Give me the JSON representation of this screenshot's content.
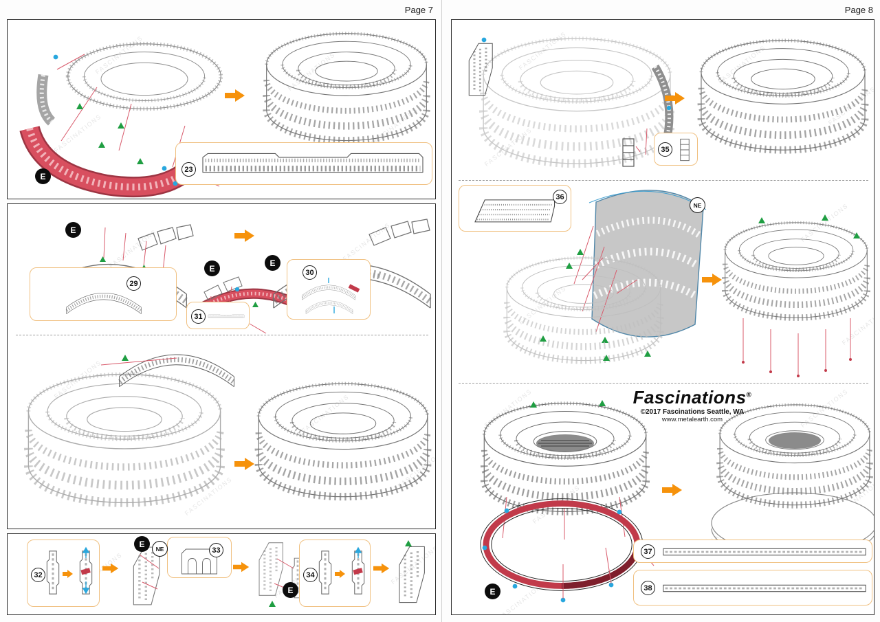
{
  "watermark": {
    "text": "FASCINATIONS"
  },
  "markers": {
    "e": "E",
    "ne": "NE"
  },
  "page7": {
    "label": "Page 7",
    "callouts": {
      "c23": "23",
      "c29": "29",
      "c30": "30",
      "c31": "31",
      "c32": "32",
      "c33": "33",
      "c34": "34"
    }
  },
  "page8": {
    "label": "Page 8",
    "callouts": {
      "c35": "35",
      "c36": "36",
      "c37": "37",
      "c38": "38"
    },
    "logo": {
      "brand": "Fascinations",
      "registered": "®",
      "copyright": "©2017 Fascinations Seattle, WA",
      "website": "www.metalearth.com"
    }
  }
}
